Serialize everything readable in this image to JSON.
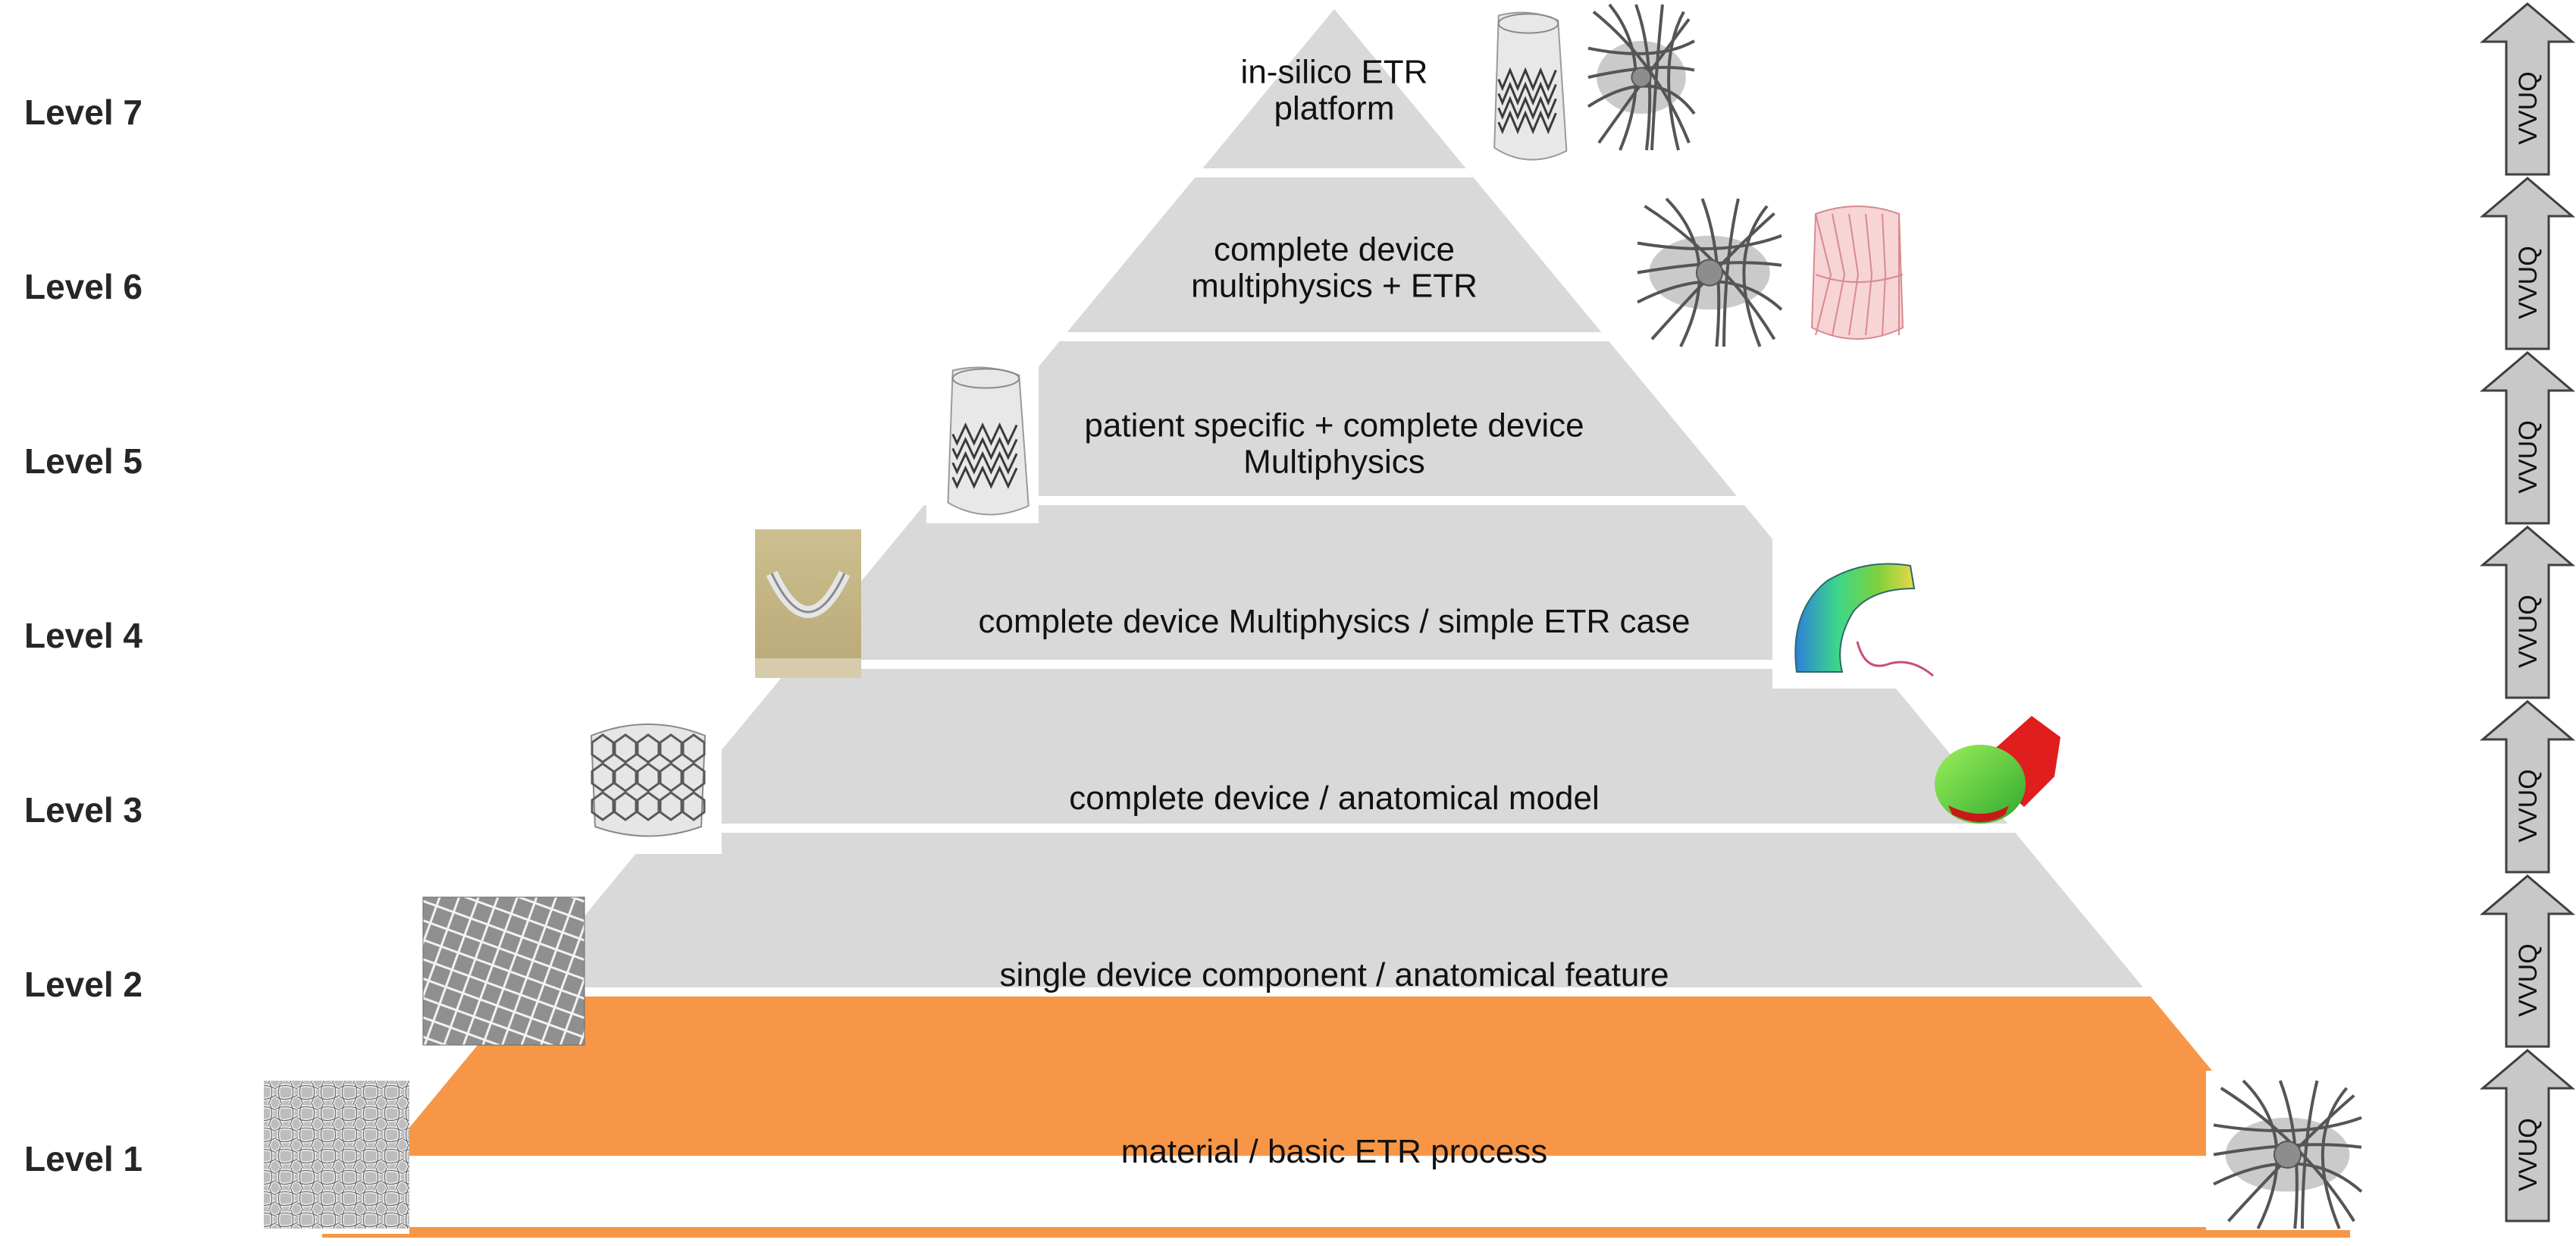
{
  "levels": [
    {
      "label": "Level 7",
      "lines": [
        "in-silico ETR",
        "platform"
      ],
      "fill": "#d9d9d9"
    },
    {
      "label": "Level 6",
      "lines": [
        "complete device",
        "multiphysics + ETR"
      ],
      "fill": "#d9d9d9"
    },
    {
      "label": "Level 5",
      "lines": [
        "patient specific + complete device",
        "Multiphysics"
      ],
      "fill": "#d9d9d9"
    },
    {
      "label": "Level 4",
      "lines": [
        "complete device Multiphysics / simple ETR case"
      ],
      "fill": "#d9d9d9"
    },
    {
      "label": "Level 3",
      "lines": [
        "complete device / anatomical model"
      ],
      "fill": "#d9d9d9"
    },
    {
      "label": "Level 2",
      "lines": [
        "single device component / anatomical feature"
      ],
      "fill": "#d9d9d9"
    },
    {
      "label": "Level 1",
      "lines": [
        "material / basic ETR process"
      ],
      "fill": "#f79646"
    }
  ],
  "arrow_label": "VVUQ",
  "colors": {
    "tier_grey": "#d9d9d9",
    "tier_orange": "#f79646",
    "arrow_fill": "#c8c8c8",
    "arrow_stroke": "#404040"
  },
  "icons": [
    "stented-valve-in-tissue-icon",
    "cell-fiber-network-icon",
    "pink-valve-mesh-icon",
    "beige-valve-cross-section-icon",
    "flow-simulation-vessel-icon",
    "valve-stent-frame-icon",
    "green-red-anatomy-icon",
    "stent-mesh-photo-icon",
    "fiber-scaffold-sem-icon"
  ]
}
